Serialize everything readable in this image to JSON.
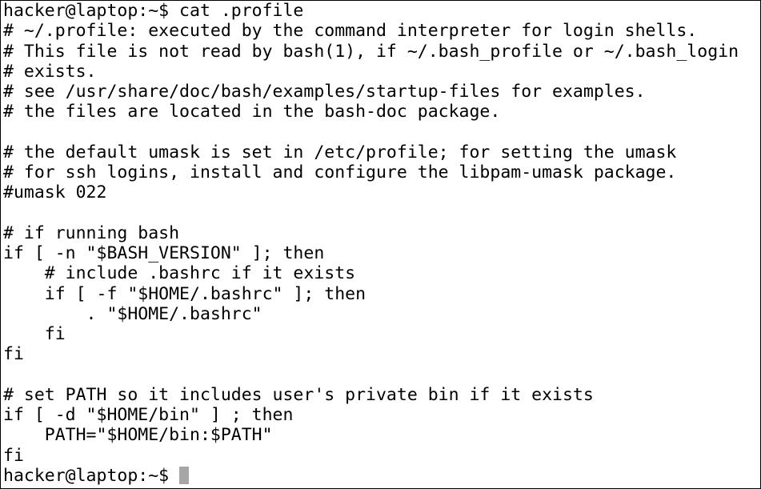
{
  "terminal": {
    "cursor_color": "#a6a6a6",
    "background_color": "#ffffff",
    "text_color": "#000000",
    "lines": [
      "hacker@laptop:~$ cat .profile",
      "# ~/.profile: executed by the command interpreter for login shells.",
      "# This file is not read by bash(1), if ~/.bash_profile or ~/.bash_login",
      "# exists.",
      "# see /usr/share/doc/bash/examples/startup-files for examples.",
      "# the files are located in the bash-doc package.",
      "",
      "# the default umask is set in /etc/profile; for setting the umask",
      "# for ssh logins, install and configure the libpam-umask package.",
      "#umask 022",
      "",
      "# if running bash",
      "if [ -n \"$BASH_VERSION\" ]; then",
      "    # include .bashrc if it exists",
      "    if [ -f \"$HOME/.bashrc\" ]; then",
      "        . \"$HOME/.bashrc\"",
      "    fi",
      "fi",
      "",
      "# set PATH so it includes user's private bin if it exists",
      "if [ -d \"$HOME/bin\" ] ; then",
      "    PATH=\"$HOME/bin:$PATH\"",
      "fi"
    ],
    "prompt": "hacker@laptop:~$ "
  }
}
